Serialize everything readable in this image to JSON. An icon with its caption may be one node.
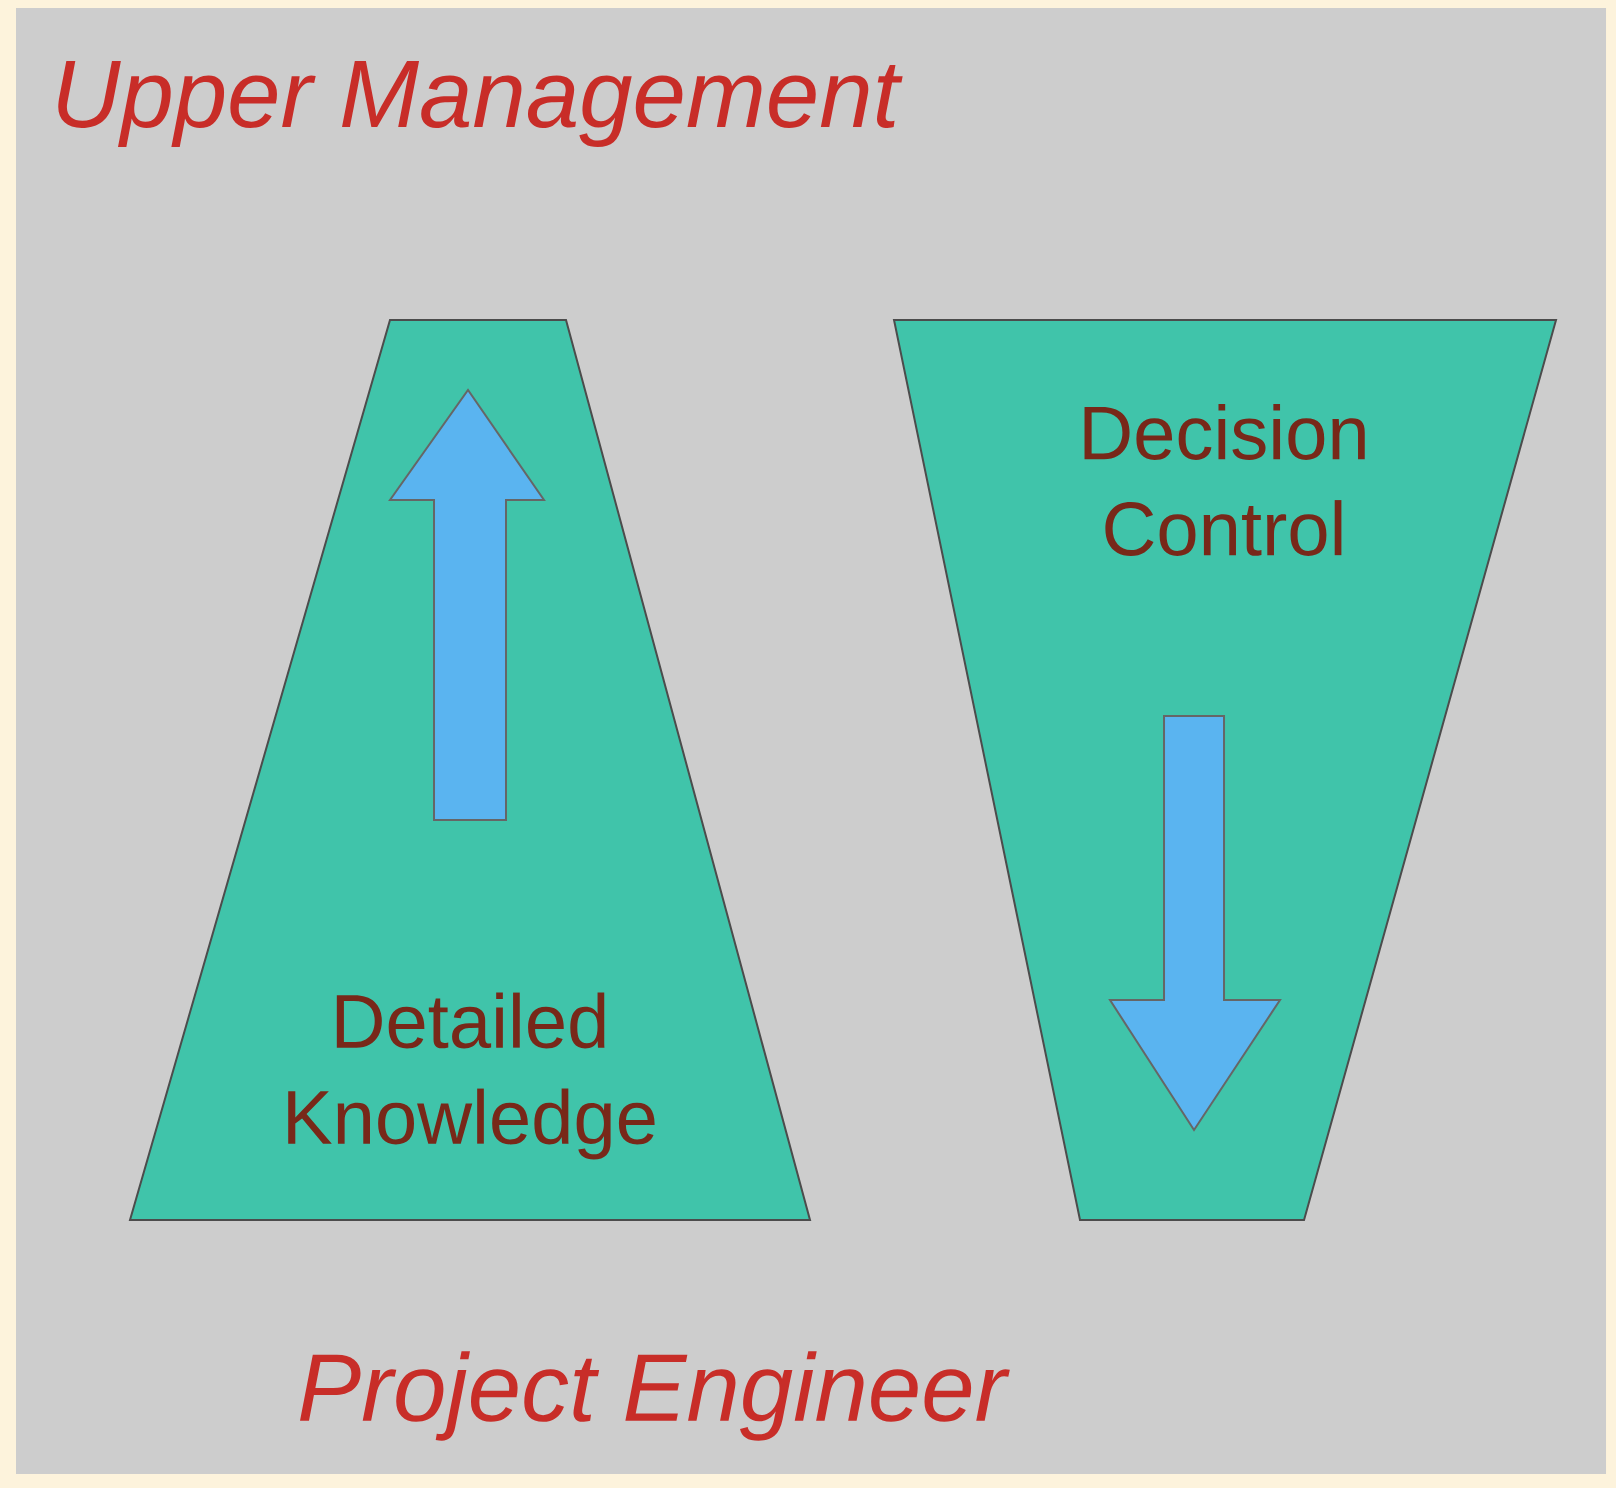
{
  "diagram": {
    "nodes": [
      {
        "text": [
          "Detailed Knowledge"
        ]
      },
      {
        "text": [
          "Decision Control"
        ]
      }
    ],
    "labels": [
      "Upper Management",
      "Project Engineer"
    ]
  }
}
